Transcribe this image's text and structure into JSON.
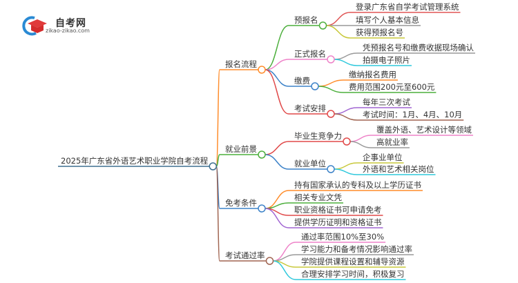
{
  "logo": {
    "title": "自考网",
    "url": "zikao-zikao.com"
  },
  "root": {
    "label": "2025年广东省外语艺术职业学院自考流程",
    "color": "#3d6f8f"
  },
  "branches": [
    {
      "label": "报名流程",
      "color": "#ff8c2a",
      "children": [
        {
          "label": "预报名",
          "color": "#4caf3c",
          "children": [
            {
              "label": "登录广东省自学考试管理系统",
              "color": "#e05555"
            },
            {
              "label": "填写个人基本信息",
              "color": "#999999"
            },
            {
              "label": "获得预报名号",
              "color": "#c8c83a"
            }
          ]
        },
        {
          "label": "正式报名",
          "color": "#ee82c8",
          "children": [
            {
              "label": "凭预报名号和缴费收据现场确认",
              "color": "#999999"
            },
            {
              "label": "拍摄电子照片",
              "color": "#2ec8dc"
            }
          ]
        },
        {
          "label": "缴费",
          "color": "#3c82c8",
          "children": [
            {
              "label": "缴纳报名费用",
              "color": "#ff8c2a"
            },
            {
              "label": "费用范围200元至600元",
              "color": "#4caf3c"
            }
          ]
        },
        {
          "label": "考试安排",
          "color": "#e04848",
          "children": [
            {
              "label": "每年三次考试",
              "color": "#a064d2"
            },
            {
              "label": "考试时间：1月、4月、10月",
              "color": "#a06450"
            }
          ]
        }
      ]
    },
    {
      "label": "就业前景",
      "color": "#4caf3c",
      "children": [
        {
          "label": "毕业生竞争力",
          "color": "#e04848",
          "children": [
            {
              "label": "覆盖外语、艺术设计等领域",
              "color": "#ee82c8"
            },
            {
              "label": "高就业率",
              "color": "#999999"
            }
          ]
        },
        {
          "label": "就业单位",
          "color": "#3c82c8",
          "children": [
            {
              "label": "企事业单位",
              "color": "#c8c83a"
            },
            {
              "label": "外语和艺术相关岗位",
              "color": "#2ec8dc"
            }
          ]
        }
      ]
    },
    {
      "label": "免考条件",
      "color": "#3c82c8",
      "children": [
        {
          "label": "持有国家承认的专科及以上学历证书",
          "color": "#ff8c2a"
        },
        {
          "label": "相关专业文凭",
          "color": "#4caf3c"
        },
        {
          "label": "职业资格证书可申请免考",
          "color": "#e04848"
        },
        {
          "label": "提供学历证明和资格证书",
          "color": "#a064d2"
        }
      ]
    },
    {
      "label": "考试通过率",
      "color": "#a06450",
      "children": [
        {
          "label": "通过率范围10%至30%",
          "color": "#ee82c8"
        },
        {
          "label": "学习能力和备考情况影响通过率",
          "color": "#999999"
        },
        {
          "label": "学院提供课程设置和辅导资源",
          "color": "#c8c83a"
        },
        {
          "label": "合理安排学习时间，积极复习",
          "color": "#2ec8dc"
        }
      ]
    }
  ]
}
